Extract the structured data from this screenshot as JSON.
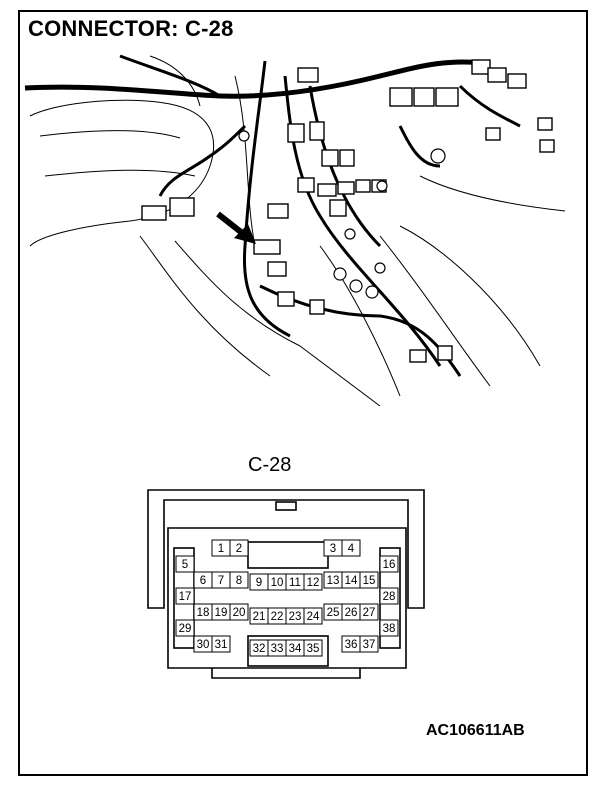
{
  "header": {
    "title": "CONNECTOR: C-28"
  },
  "connector": {
    "label": "C-28",
    "pins": [
      "1",
      "2",
      "3",
      "4",
      "5",
      "6",
      "7",
      "8",
      "9",
      "10",
      "11",
      "12",
      "13",
      "14",
      "15",
      "16",
      "17",
      "18",
      "19",
      "20",
      "21",
      "22",
      "23",
      "24",
      "25",
      "26",
      "27",
      "28",
      "29",
      "30",
      "31",
      "32",
      "33",
      "34",
      "35",
      "36",
      "37",
      "38"
    ]
  },
  "footer": {
    "code": "AC106611AB"
  },
  "colors": {
    "line": "#000000",
    "background": "#ffffff"
  }
}
